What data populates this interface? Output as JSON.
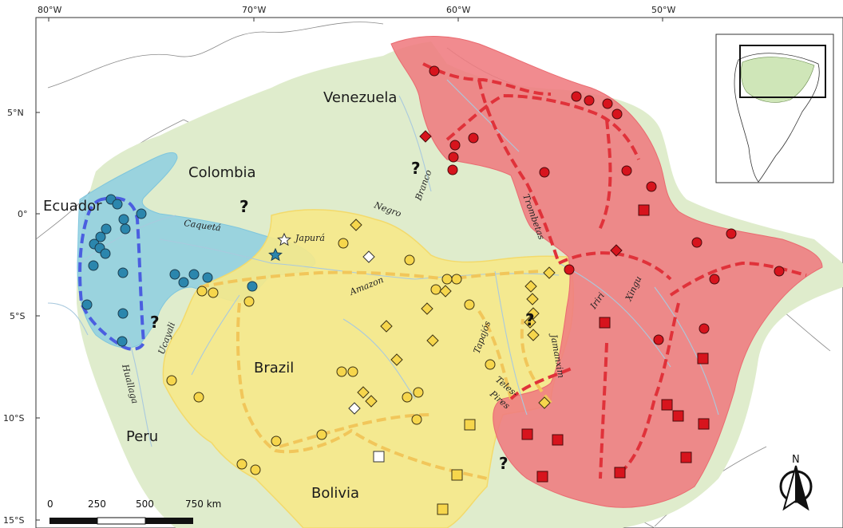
{
  "axes": {
    "top_ticks": [
      "80°W",
      "70°W",
      "60°W",
      "50°W"
    ],
    "left_ticks": [
      "5°N",
      "0°",
      "5°S",
      "10°S",
      "15°S"
    ]
  },
  "countries": [
    "Venezuela",
    "Colombia",
    "Ecuador",
    "Peru",
    "Brazil",
    "Bolivia"
  ],
  "rivers": [
    "Caquetá",
    "Japurá",
    "Negro",
    "Branco",
    "Amazon",
    "Ucayali",
    "Huallaga",
    "Tapajós",
    "Teles-",
    "Pires",
    "Jamanxim",
    "Iriri",
    "Xingu",
    "Trombetas"
  ],
  "question_mark": "?",
  "scale_bar": {
    "labels": [
      "0",
      "250",
      "500",
      "750 km"
    ]
  },
  "north_arrow": {
    "label": "N"
  },
  "colors": {
    "land_bg": "#ffffff",
    "amazon_basin": "#dfeccc",
    "region_blue": "#8ecfe0",
    "region_yellow": "#f6e98a",
    "region_red": "#ef7b80",
    "border_blue": "#4b5ee0",
    "border_yellow": "#f1c65a",
    "border_red": "#e0323a",
    "marker_blue": "#2b86ad",
    "marker_yellow": "#f6d64c",
    "marker_red": "#d7141d"
  },
  "legend_shapes": {
    "blue_points": "circle",
    "yellow_points": [
      "circle",
      "diamond",
      "square"
    ],
    "red_points": [
      "circle",
      "diamond",
      "square"
    ],
    "stars": "star"
  }
}
